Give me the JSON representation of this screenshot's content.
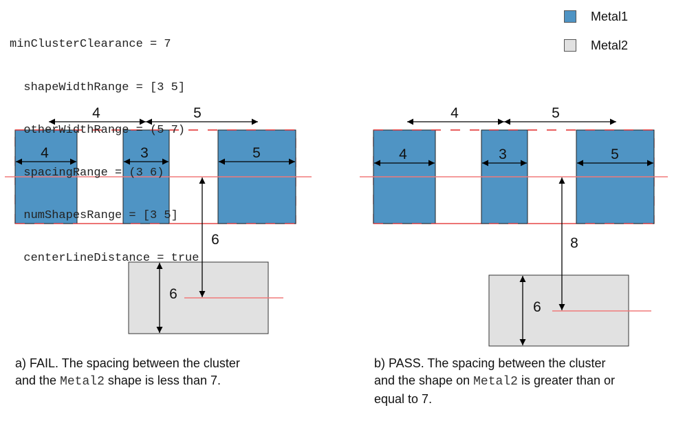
{
  "rule_params": {
    "lines": [
      "minClusterClearance = 7",
      "  shapeWidthRange = [3 5]",
      "  otherWidthRange = (5 7)",
      "  spacingRange = (3 6)",
      "  numShapesRange = [3 5]",
      "  centerLineDistance = true"
    ]
  },
  "legend": {
    "items": [
      {
        "label": "Metal1",
        "color": "#4f94c4"
      },
      {
        "label": "Metal2",
        "color": "#e1e1e1"
      }
    ]
  },
  "colors": {
    "metal1": "#4f94c4",
    "metal2": "#e1e1e1",
    "centerline": "#f07a7a",
    "cluster_outline": "#e02020"
  },
  "diagrams": [
    {
      "id": "a",
      "result": "FAIL",
      "spacing_labels": [
        "4",
        "5"
      ],
      "shape_widths": [
        "4",
        "3",
        "5"
      ],
      "clearance_label": "6",
      "metal2_height_label": "6",
      "caption": {
        "prefix": "a) FAIL. The spacing between the cluster",
        "line2_before": "and the ",
        "code": "Metal2",
        "line2_after": " shape is less than 7."
      }
    },
    {
      "id": "b",
      "result": "PASS",
      "spacing_labels": [
        "4",
        "5"
      ],
      "shape_widths": [
        "4",
        "3",
        "5"
      ],
      "clearance_label": "8",
      "metal2_height_label": "6",
      "caption": {
        "prefix": "b) PASS. The spacing between the cluster",
        "line2_before": "and the shape on ",
        "code": "Metal2",
        "line2_after": " is greater than or",
        "line3": "equal to 7."
      }
    }
  ]
}
